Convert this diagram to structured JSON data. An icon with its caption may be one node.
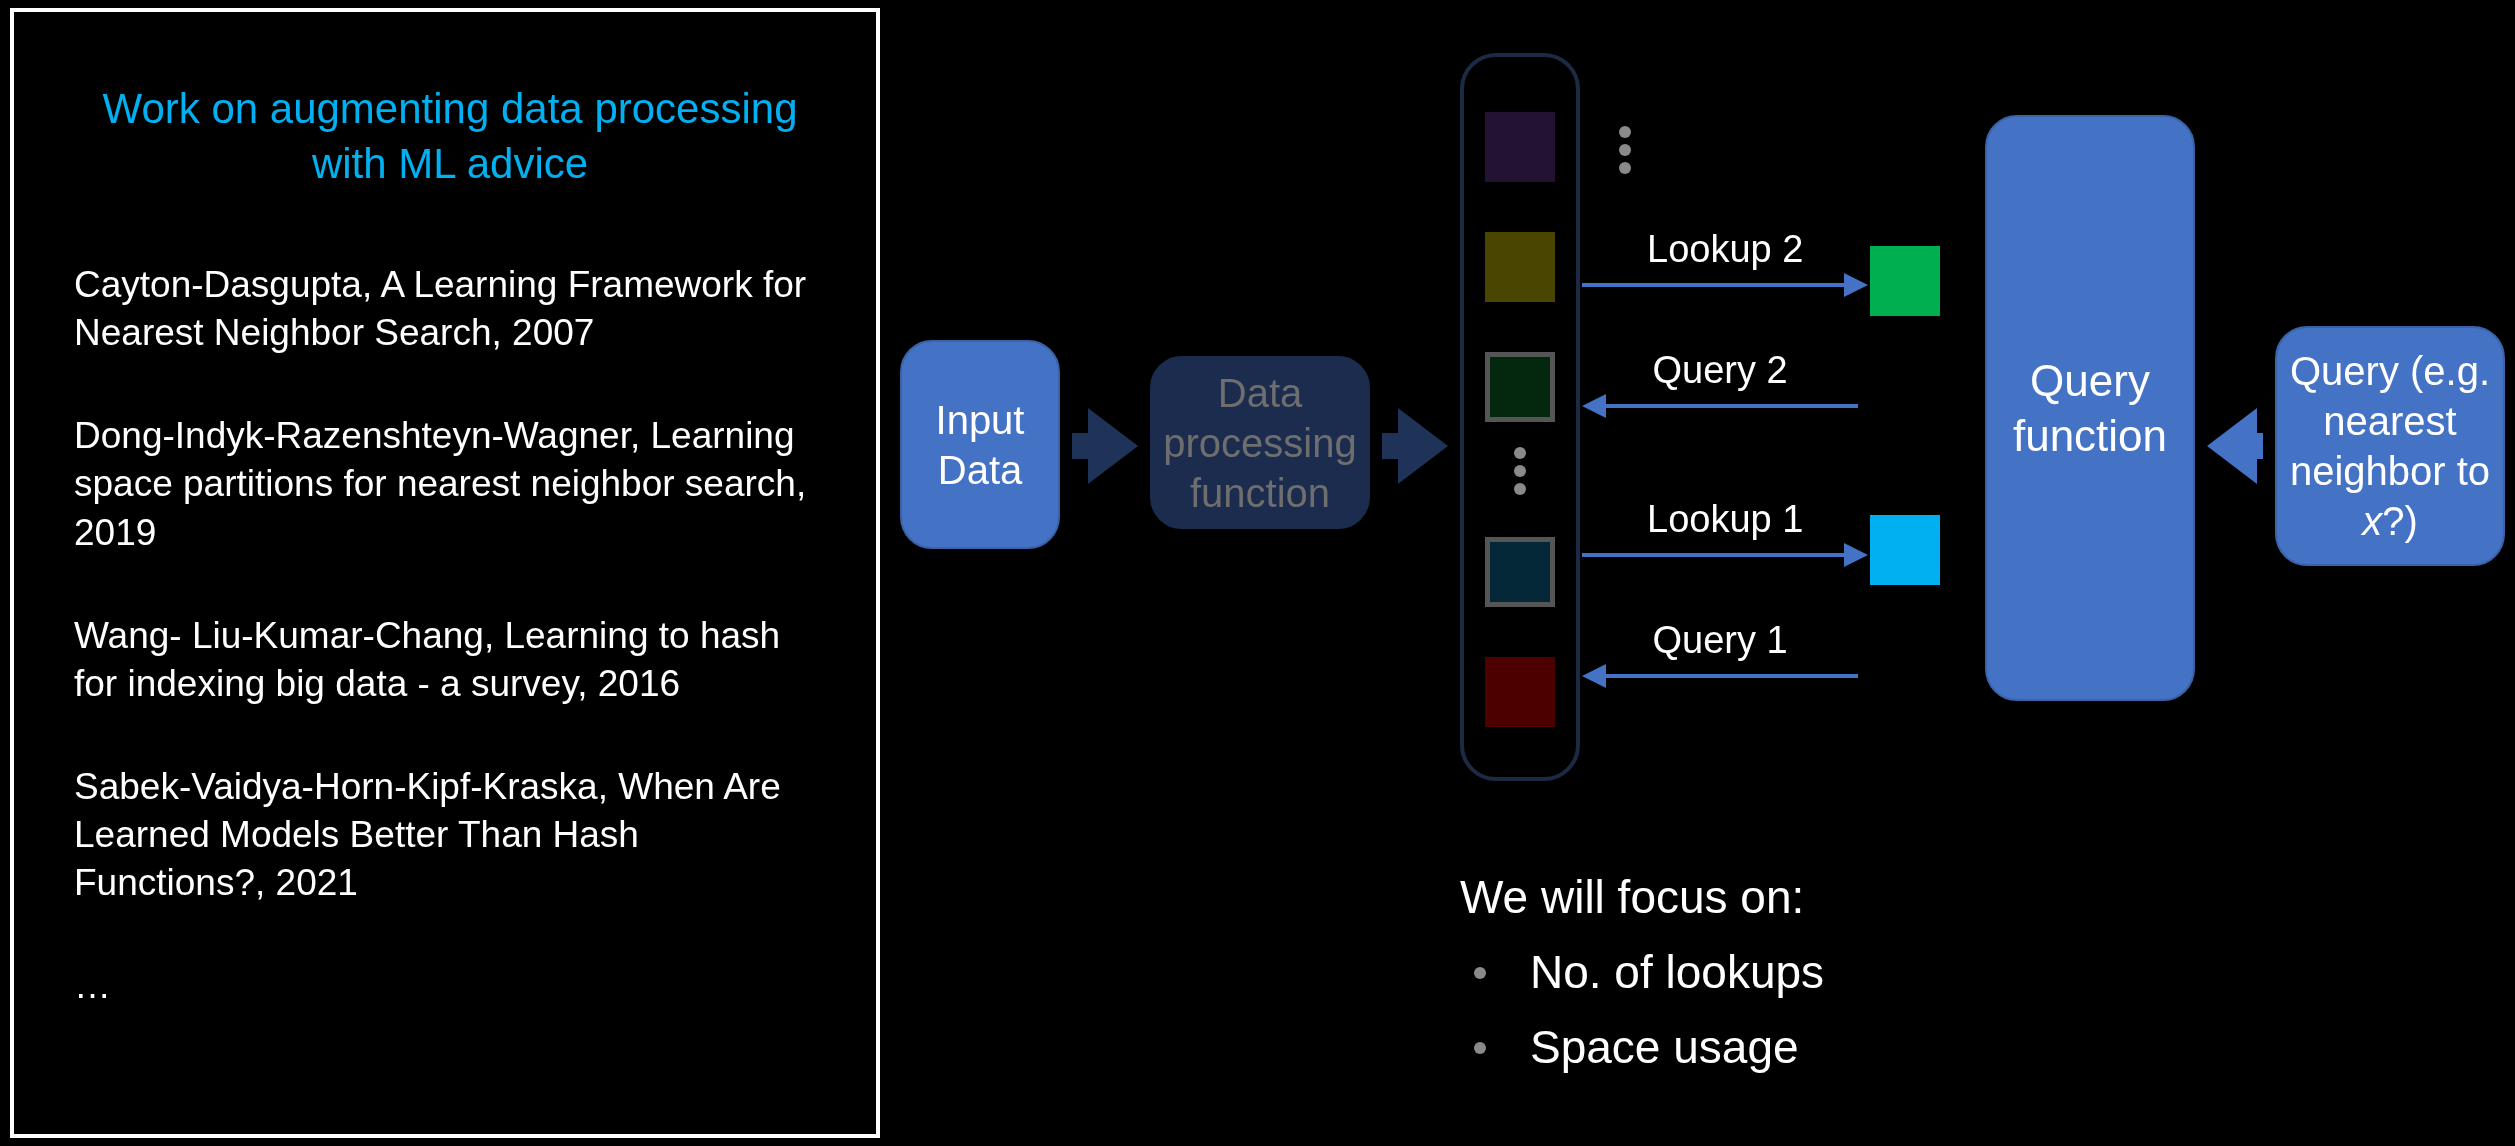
{
  "diagram": {
    "nodes": [
      {
        "text": [
          "Input Data"
        ]
      },
      {
        "text": [
          "Data processing function"
        ]
      },
      {
        "text": [],
        "shape": "bar"
      },
      {
        "text": [],
        "shape": "box",
        "in": 2
      },
      {
        "text": [],
        "shape": "box",
        "in": 2
      },
      {
        "text": [],
        "shape": "box",
        "in": 2
      },
      {
        "text": [],
        "shape": "box",
        "in": 2
      },
      {
        "text": [],
        "shape": "box",
        "in": 2
      },
      {
        "text": [],
        "shape": "box"
      },
      {
        "text": [],
        "shape": "box"
      },
      {
        "text": [
          "Query function"
        ]
      },
      {
        "text": [
          "Query (e.g. nearest neighbor to *x*?)"
        ]
      },
      {
        "text": [
          "Work on augmenting data processing with ML advice",
          "Cayton-Dasgupta, A Learning Framework for Nearest Neighbor Search, 2007",
          "Dong-Indyk-Razenshteyn-Wagner, Learning space partitions for nearest neighbor search, 2019",
          "Wang- Liu-Kumar-Chang, Learning to hash for indexing big data - a survey, 2016",
          "Sabek-Vaidya-Horn-Kipf-Kraska, When Are Learned Models Better Than Hash Functions?, 2021",
          "…"
        ]
      }
    ],
    "edges": [
      {
        "from": 0,
        "to": 1,
        "arrow": "to",
        "style": "thick",
        "color": "#1f3358"
      },
      {
        "from": 1,
        "to": 2,
        "arrow": "to",
        "style": "thick",
        "color": "#1f3358"
      },
      {
        "from": 2,
        "to": 8,
        "arrow": "to",
        "label": "Lookup 2"
      },
      {
        "from": null,
        "to": 2,
        "arrow": "to",
        "label": "Query 2"
      },
      {
        "from": 2,
        "to": 9,
        "arrow": "to",
        "label": "Lookup 1"
      },
      {
        "from": null,
        "to": 2,
        "arrow": "to",
        "label": "Query 1"
      },
      {
        "from": 11,
        "to": 10,
        "arrow": "to",
        "style": "thick"
      }
    ],
    "labels": [
      "We will focus on:",
      "No. of lookups",
      "Space usage"
    ]
  }
}
